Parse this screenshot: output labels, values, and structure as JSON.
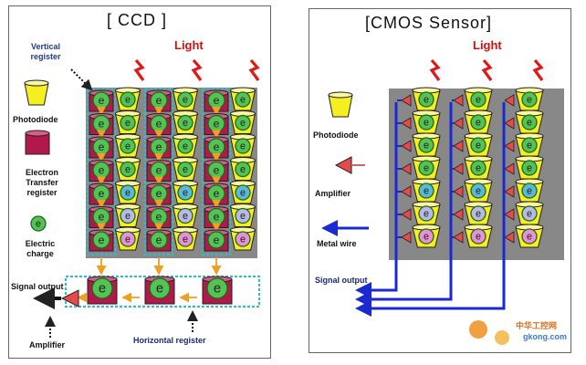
{
  "ccd": {
    "title": "[ CCD ]",
    "light": "Light",
    "vertical_register": "Vertical register",
    "photodiode": "Photodiode",
    "electron_transfer_register": "Electron Transfer register",
    "electric_charge": "Electric charge",
    "signal_output": "Signal output",
    "amplifier": "Amplifier",
    "horizontal_register": "Horizontal register",
    "charge_symbol": "e"
  },
  "cmos": {
    "title": "[CMOS Sensor]",
    "light": "Light",
    "photodiode": "Photodiode",
    "amplifier": "Amplifier",
    "metal_wire": "Metal wire",
    "signal_output": "Signal output"
  },
  "watermark": {
    "site_cn": "中华工控网",
    "site_url": "gkong.com"
  },
  "colors": {
    "sensor_bg": "#888888",
    "photodiode": "#f5ee20",
    "register": "#b3184a",
    "charge_ring": "#55c255",
    "amplifier": "#e84a4a",
    "metal_wire": "#1a2ad0",
    "light_bolt": "#e01818",
    "dashed_cyan": "#3ab8c8"
  }
}
